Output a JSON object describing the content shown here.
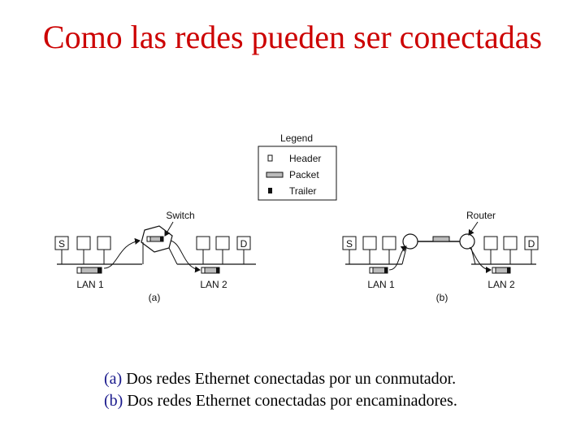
{
  "title": "Como las redes pueden ser conectadas",
  "legend": {
    "heading": "Legend",
    "items": [
      {
        "label": "Header",
        "symbol": "header"
      },
      {
        "label": "Packet",
        "symbol": "packet"
      },
      {
        "label": "Trailer",
        "symbol": "trailer"
      }
    ]
  },
  "diagram_a": {
    "device_label": "Switch",
    "source_label": "S",
    "dest_label": "D",
    "lan_left": "LAN 1",
    "lan_right": "LAN 2",
    "sublabel": "(a)"
  },
  "diagram_b": {
    "device_label": "Router",
    "source_label": "S",
    "dest_label": "D",
    "lan_left": "LAN 1",
    "lan_right": "LAN 2",
    "sublabel": "(b)"
  },
  "caption": {
    "line1_tag": "(a)",
    "line1_text": " Dos redes Ethernet conectadas por un conmutador.",
    "line2_tag": "(b)",
    "line2_text": " Dos redes Ethernet conectadas por encaminadores."
  }
}
